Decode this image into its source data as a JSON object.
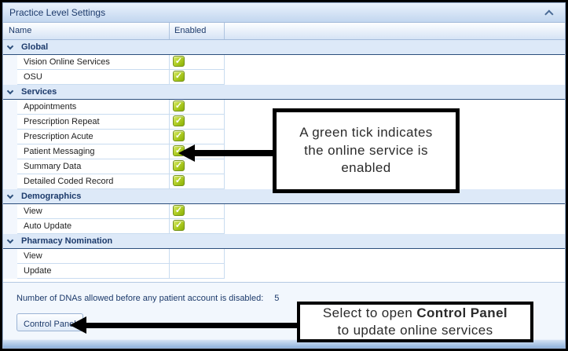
{
  "panel": {
    "title": "Practice Level Settings"
  },
  "icons": {
    "title_collapse": "chevron-up-icon",
    "group_expand": "chevron-down-icon",
    "enabled_tick_glyph": "✓"
  },
  "colors": {
    "tick_green": "#9cbd13",
    "group_band_blue": "#dde9f8",
    "title_text_navy": "#1c3a6b",
    "annotation_border": "#000000"
  },
  "table": {
    "columns": [
      "Name",
      "Enabled"
    ],
    "groups": [
      {
        "label": "Global",
        "rows": [
          {
            "name": "Vision Online Services",
            "enabled": true
          },
          {
            "name": "OSU",
            "enabled": true
          }
        ]
      },
      {
        "label": "Services",
        "rows": [
          {
            "name": "Appointments",
            "enabled": true
          },
          {
            "name": "Prescription Repeat",
            "enabled": true
          },
          {
            "name": "Prescription Acute",
            "enabled": true
          },
          {
            "name": "Patient Messaging",
            "enabled": true
          },
          {
            "name": "Summary Data",
            "enabled": true
          },
          {
            "name": "Detailed Coded Record",
            "enabled": true
          }
        ]
      },
      {
        "label": "Demographics",
        "rows": [
          {
            "name": "View",
            "enabled": true
          },
          {
            "name": "Auto Update",
            "enabled": true
          }
        ]
      },
      {
        "label": "Pharmacy Nomination",
        "rows": [
          {
            "name": "View",
            "enabled": false
          },
          {
            "name": "Update",
            "enabled": false
          }
        ]
      }
    ]
  },
  "footer": {
    "dna_label": "Number of DNAs allowed before any patient account is disabled:",
    "dna_value": "5",
    "control_panel_button": "Control Panel"
  },
  "annotations": {
    "tick_note_text": "A green tick indicates\nthe online service is\nenabled",
    "cp_note_prefix": "Select to open ",
    "cp_note_bold": "Control Panel",
    "cp_note_line2": "to update online services"
  }
}
